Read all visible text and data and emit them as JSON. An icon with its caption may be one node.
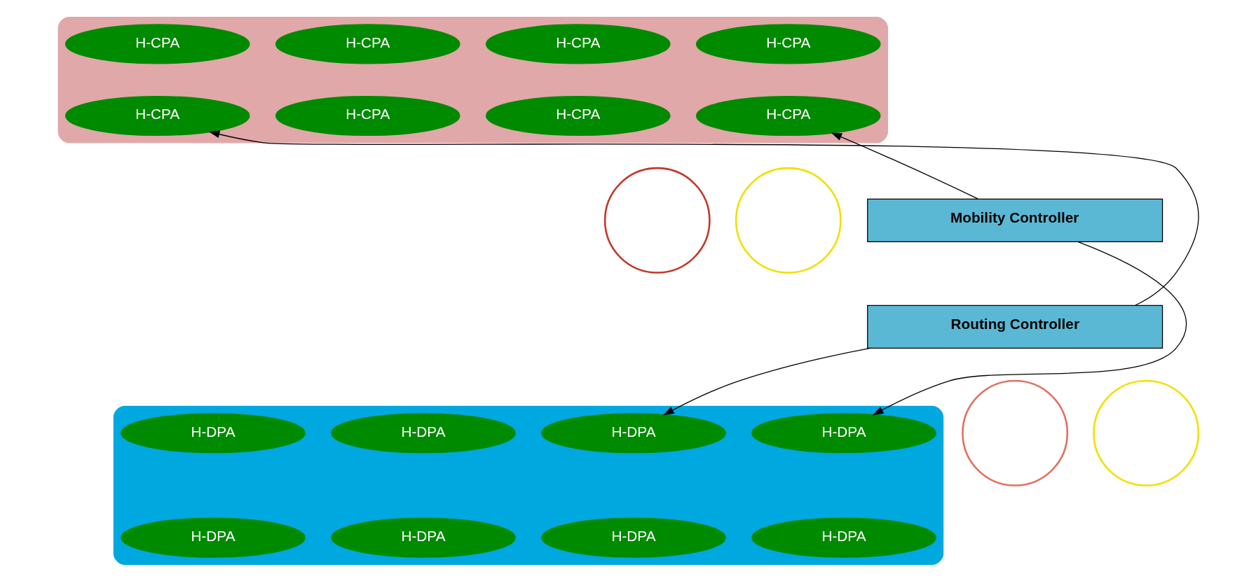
{
  "diagram": {
    "nodes": [
      {
        "text": [],
        "shape": "box"
      },
      {
        "text": [
          "H-CPA"
        ],
        "in": 0
      },
      {
        "text": [
          "H-CPA"
        ],
        "in": 0
      },
      {
        "text": [
          "H-CPA"
        ],
        "in": 0
      },
      {
        "text": [
          "H-CPA"
        ],
        "in": 0
      },
      {
        "text": [
          "H-CPA"
        ],
        "in": 0
      },
      {
        "text": [
          "H-CPA"
        ],
        "in": 0
      },
      {
        "text": [
          "H-CPA"
        ],
        "in": 0
      },
      {
        "text": [
          "H-CPA"
        ],
        "in": 0
      },
      {
        "text": [],
        "shape": "circle"
      },
      {
        "text": [],
        "shape": "circle"
      },
      {
        "text": [
          "Mobility Controller"
        ]
      },
      {
        "text": [
          "Routing Controller"
        ]
      },
      {
        "text": [],
        "shape": "box"
      },
      {
        "text": [
          "H-DPA"
        ],
        "in": 13
      },
      {
        "text": [
          "H-DPA"
        ],
        "in": 13
      },
      {
        "text": [
          "H-DPA"
        ],
        "in": 13
      },
      {
        "text": [
          "H-DPA"
        ],
        "in": 13
      },
      {
        "text": [
          "H-DPA"
        ],
        "in": 13
      },
      {
        "text": [
          "H-DPA"
        ],
        "in": 13
      },
      {
        "text": [
          "H-DPA"
        ],
        "in": 13
      },
      {
        "text": [
          "H-DPA"
        ],
        "in": 13
      },
      {
        "text": [],
        "shape": "circle"
      },
      {
        "text": [],
        "shape": "circle"
      }
    ],
    "edges": [
      {
        "from": 12,
        "to": 5,
        "arrow": "to"
      },
      {
        "from": 11,
        "to": 8,
        "arrow": "to"
      },
      {
        "from": 11,
        "to": 17,
        "arrow": "to"
      },
      {
        "from": 12,
        "to": 16,
        "arrow": "to"
      }
    ]
  }
}
